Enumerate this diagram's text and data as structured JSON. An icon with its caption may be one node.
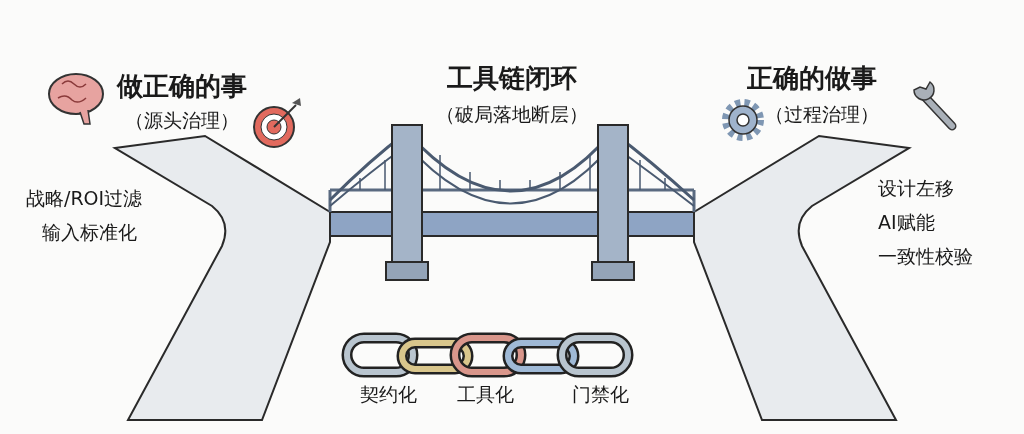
{
  "diagram": {
    "labels": [
      "做正确的事",
      "（源头治理）",
      "工具链闭环",
      "（破局落地断层）",
      "正确的做事",
      "（过程治理）",
      "战略/ROI过滤",
      "输入标准化",
      "设计左移",
      "AI赋能",
      "一致性校验",
      "契约化",
      "工具化",
      "门禁化"
    ]
  }
}
